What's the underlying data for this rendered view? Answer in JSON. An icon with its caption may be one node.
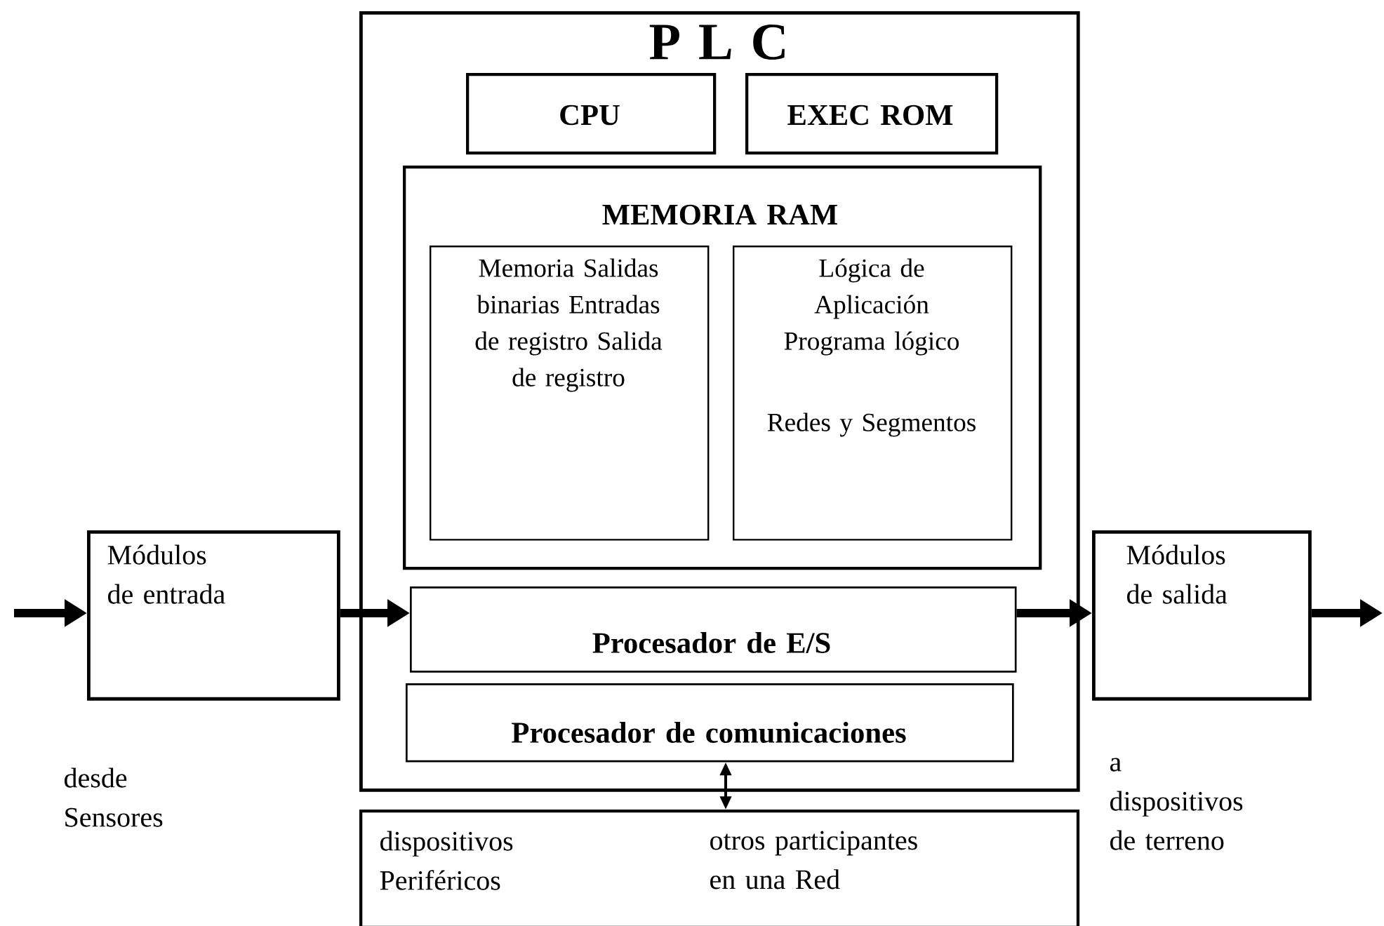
{
  "diagram": {
    "nodes": [
      {
        "text": [
          "P L C"
        ]
      },
      {
        "text": [
          "CPU"
        ],
        "in": 0
      },
      {
        "text": [
          "EXEC ROM"
        ],
        "in": 0
      },
      {
        "text": [
          "MEMORIA RAM"
        ],
        "in": 0
      },
      {
        "text": [
          "Memoria Salidas binarias Entradas de registro Salida de registro"
        ],
        "in": 3
      },
      {
        "text": [
          "Lógica de Aplicación Programa lógico",
          "Redes y Segmentos"
        ],
        "in": 3
      },
      {
        "text": [
          "Procesador de E/S"
        ],
        "in": 0
      },
      {
        "text": [
          "Procesador de comunicaciones"
        ],
        "in": 0
      },
      {
        "text": [
          "Módulos de entrada"
        ],
        "beside": [
          "desde Sensores"
        ]
      },
      {
        "text": [
          "Módulos de salida"
        ]
      },
      {
        "text": [
          "dispositivos Periféricos",
          "otros participantes en una Red"
        ]
      }
    ],
    "edges": [
      {
        "from": null,
        "to": 8,
        "arrow": "to"
      },
      {
        "from": 8,
        "to": 6,
        "arrow": "to"
      },
      {
        "from": 6,
        "to": 9,
        "arrow": "to"
      },
      {
        "from": 9,
        "to": null,
        "arrow": "to"
      },
      {
        "from": 7,
        "to": 10,
        "arrow": "both"
      }
    ],
    "labels": [
      "a dispositivos de terreno"
    ]
  }
}
